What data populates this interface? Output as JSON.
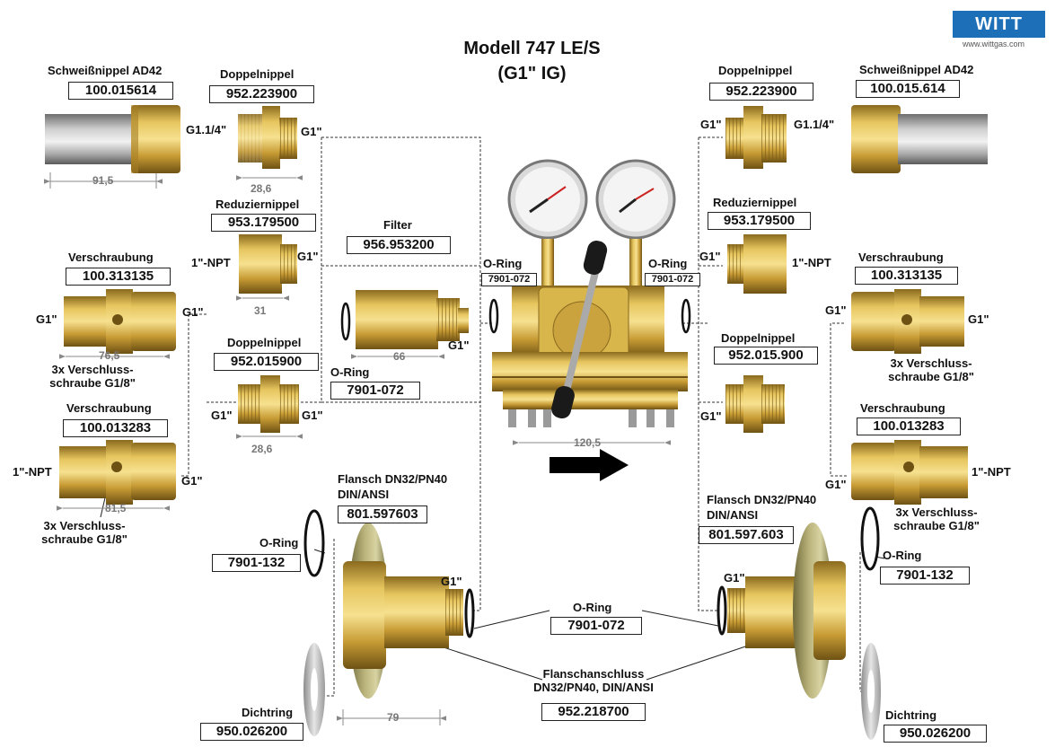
{
  "title_line1": "Modell 747 LE/S",
  "title_line2": "(G1\" IG)",
  "logo": {
    "brand": "WITT",
    "url": "www.wittgas.com",
    "color": "#1d6fb8"
  },
  "left": {
    "schweiss": {
      "label": "Schweißnippel AD42",
      "code": "100.015614",
      "dim": "91,5"
    },
    "doppel1": {
      "label": "Doppelnippel",
      "code": "952.223900",
      "dim": "28,6",
      "thread_left": "G1.1/4\"",
      "thread_right": "G1\""
    },
    "reduzier": {
      "label": "Reduziernippel",
      "code": "953.179500",
      "dim": "31",
      "thread_left": "1\"-NPT",
      "thread_right": "G1\""
    },
    "verschr1": {
      "label": "Verschraubung",
      "code": "100.313135",
      "dim": "76,5",
      "thread_left": "G1\"",
      "thread_right": "G1\"",
      "note1": "3x Verschluss-",
      "note2": "schraube G1/8\""
    },
    "doppel2": {
      "label": "Doppelnippel",
      "code": "952.015900",
      "dim": "28,6",
      "thread_left": "G1\"",
      "thread_right": "G1\""
    },
    "verschr2": {
      "label": "Verschraubung",
      "code": "100.013283",
      "dim": "81,5",
      "thread_left": "1\"-NPT",
      "thread_right": "G1\"",
      "note1": "3x Verschluss-",
      "note2": "schraube G1/8\""
    },
    "flansch": {
      "label1": "Flansch DN32/PN40",
      "label2": "DIN/ANSI",
      "code": "801.597603",
      "dim": "79",
      "thread": "G1\""
    },
    "oring": {
      "label": "O-Ring",
      "code": "7901-132"
    },
    "dichtring": {
      "label": "Dichtring",
      "code": "950.026200"
    }
  },
  "center": {
    "filter": {
      "label": "Filter",
      "code": "956.953200",
      "dim": "66",
      "thread": "G1\""
    },
    "oring_filter": {
      "label": "O-Ring",
      "code": "7901-072"
    },
    "oring_left": {
      "label": "O-Ring",
      "code": "7901-072"
    },
    "oring_right": {
      "label": "O-Ring",
      "code": "7901-072"
    },
    "body_dim": "120,5",
    "oring_bottom": {
      "label": "O-Ring",
      "code": "7901-072"
    },
    "flanschanschluss": {
      "label1": "Flanschanschluss",
      "label2": "DN32/PN40, DIN/ANSI",
      "code": "952.218700"
    }
  },
  "right": {
    "doppel1": {
      "label": "Doppelnippel",
      "code": "952.223900",
      "thread_left": "G1\"",
      "thread_right": "G1.1/4\""
    },
    "schweiss": {
      "label": "Schweißnippel AD42",
      "code": "100.015.614"
    },
    "reduzier": {
      "label": "Reduziernippel",
      "code": "953.179500",
      "thread_left": "G1\"",
      "thread_right": "1\"-NPT"
    },
    "verschr1": {
      "label": "Verschraubung",
      "code": "100.313135",
      "thread_left": "G1\"",
      "thread_right": "G1\"",
      "note1": "3x Verschluss-",
      "note2": "schraube G1/8\""
    },
    "doppel2": {
      "label": "Doppelnippel",
      "code": "952.015.900",
      "thread_left": "G1\""
    },
    "verschr2": {
      "label": "Verschraubung",
      "code": "100.013283",
      "thread_left": "G1\"",
      "thread_right": "1\"-NPT",
      "note1": "3x Verschluss-",
      "note2": "schraube G1/8\""
    },
    "flansch": {
      "label1": "Flansch DN32/PN40",
      "label2": "DIN/ANSI",
      "code": "801.597.603",
      "thread": "G1\""
    },
    "oring": {
      "label": "O-Ring",
      "code": "7901-132"
    },
    "dichtring": {
      "label": "Dichtring",
      "code": "950.026200"
    }
  }
}
